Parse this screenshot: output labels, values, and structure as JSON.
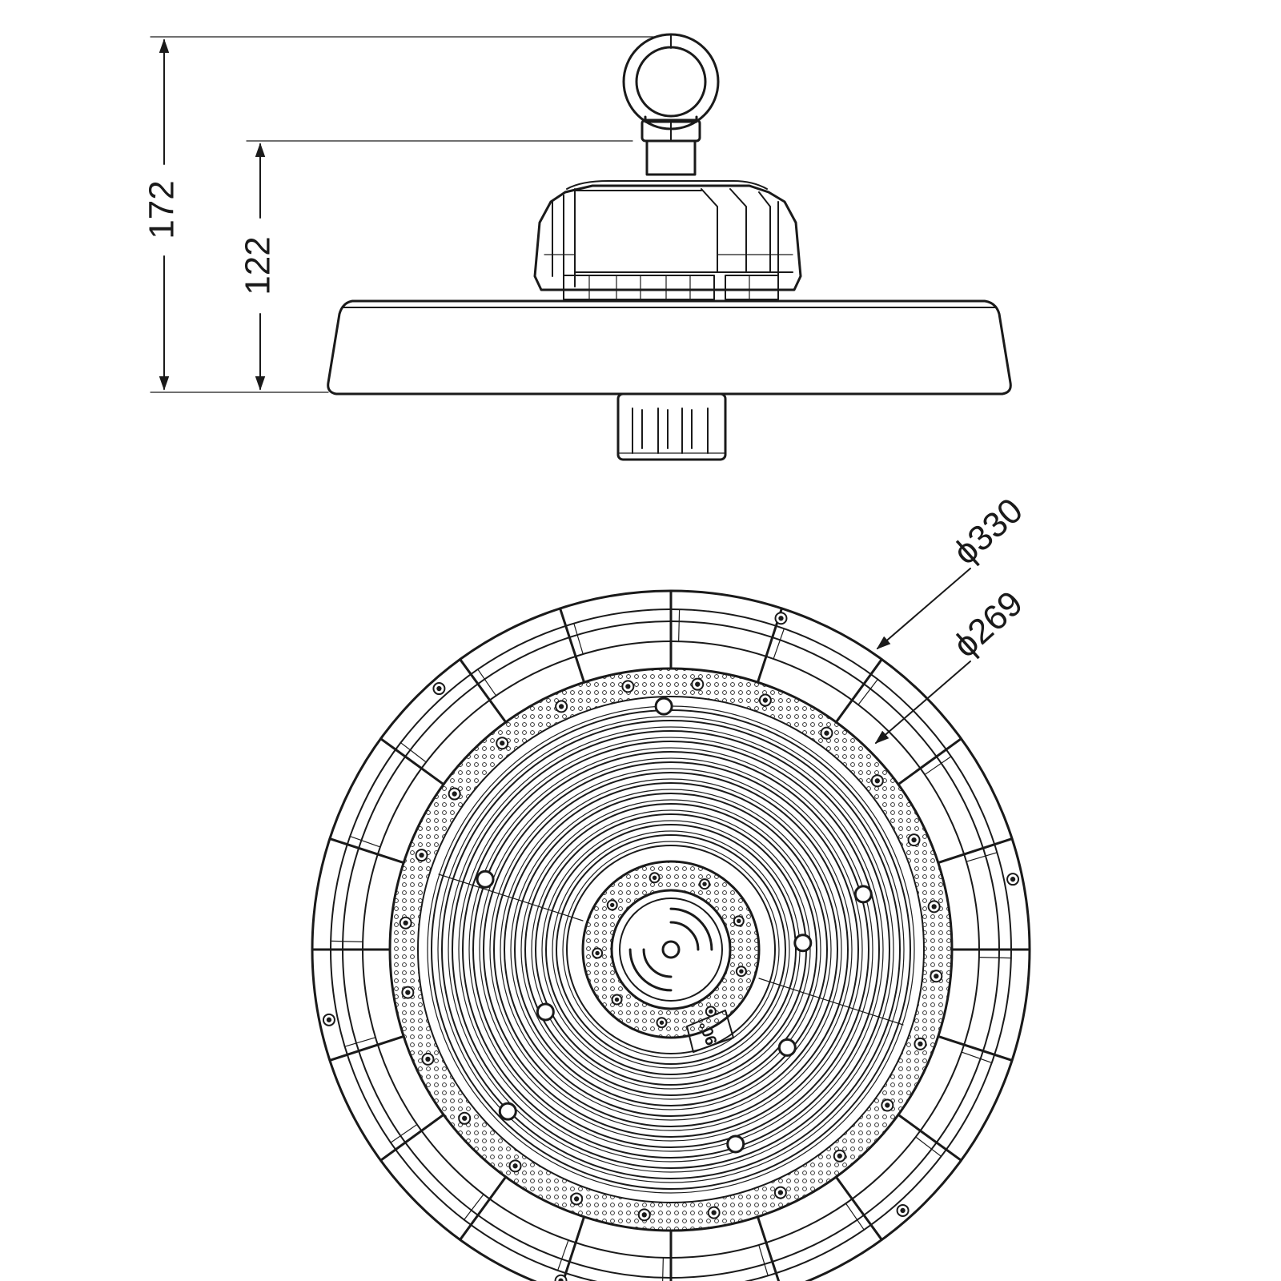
{
  "dimensions": {
    "total_height": "172",
    "body_height": "122",
    "outer_diameter": "ϕ330",
    "inner_diameter": "ϕ269"
  },
  "lens_marker": "90°",
  "colors": {
    "line": "#1a1a1a",
    "background": "#ffffff"
  }
}
